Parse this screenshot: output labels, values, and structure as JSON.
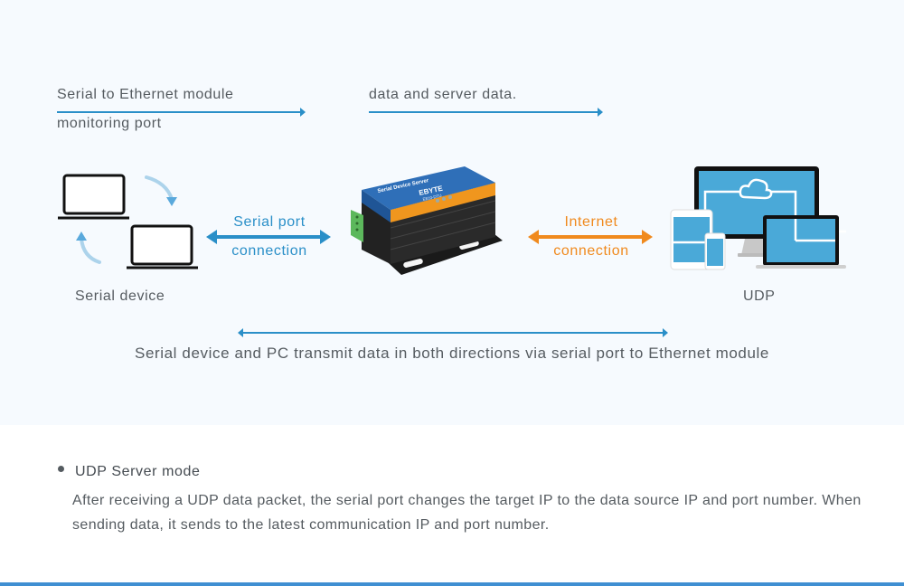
{
  "top_labels": {
    "left_line1": "Serial to Ethernet module",
    "left_line2": "monitoring port",
    "right_line1": "data and server data."
  },
  "serial_side": {
    "label": "Serial device",
    "icon": "laptops-cycle-icon"
  },
  "serial_link": {
    "line1": "Serial port",
    "line2": "connection",
    "color": "#2a8fc8"
  },
  "device": {
    "name": "Serial Device Server",
    "brand": "EBYTE",
    "model": "E810-DTU",
    "connector_color": "#5cb85c",
    "body_color": "#2f6fb8",
    "band_color": "#f0961e"
  },
  "internet_link": {
    "line1": "Internet",
    "line2": "connection",
    "color": "#f08a1e"
  },
  "udp_side": {
    "label": "UDP",
    "icon": "multi-device-cloud-icon",
    "screen_color": "#4aa9d8"
  },
  "caption": "Serial device and PC transmit data in both directions via serial port to Ethernet module",
  "mode": {
    "title": "UDP Server mode",
    "description": "After receiving a UDP data packet, the serial port changes the target IP to the data source IP and port number. When sending data, it sends to the latest communication IP and port number."
  },
  "colors": {
    "accent_blue": "#2a8fc8",
    "accent_orange": "#f08a1e",
    "panel_bg": "#f6fafe",
    "rule": "#3f8fd2"
  }
}
